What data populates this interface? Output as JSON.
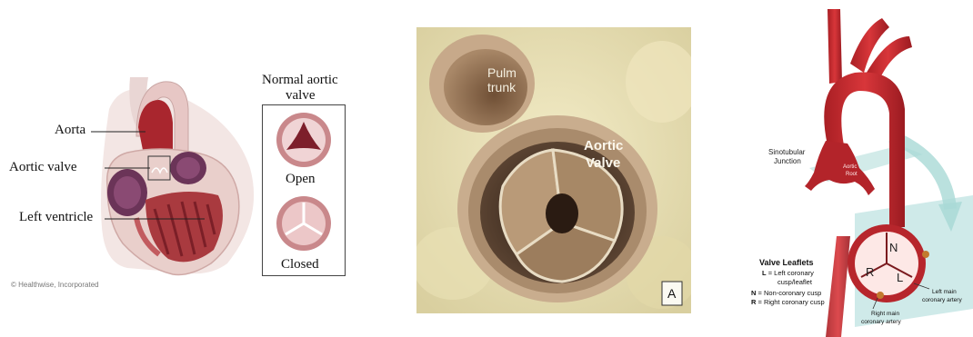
{
  "left_panel": {
    "labels": {
      "aorta": "Aorta",
      "aortic_valve": "Aortic valve",
      "left_ventricle": "Left ventricle"
    },
    "inset": {
      "title_line1": "Normal aortic",
      "title_line2": "valve",
      "open_label": "Open",
      "closed_label": "Closed"
    },
    "copyright": "© Healthwise, Incorporated"
  },
  "middle_panel": {
    "pulm_label_line1": "Pulm",
    "pulm_label_line2": "trunk",
    "aortic_label_line1": "Aortic",
    "aortic_label_line2": "Valve",
    "panel_letter": "A"
  },
  "right_panel": {
    "sinotubular_line1": "Sinotubular",
    "sinotubular_line2": "Junction",
    "aortic_root_line1": "Aortic",
    "aortic_root_line2": "Root",
    "leaflet_letters": {
      "n": "N",
      "r": "R",
      "l": "L"
    },
    "legend": {
      "title": "Valve Leaflets",
      "l_key": "L",
      "l_text_line1": "= Left coronary",
      "l_text_line2": "cusp/leaflet",
      "n_key": "N",
      "n_text": "= Non-coronary cusp",
      "r_key": "R",
      "r_text": "= Right coronary cusp"
    },
    "left_main_line1": "Left main",
    "left_main_line2": "coronary artery",
    "right_main_line1": "Right main",
    "right_main_line2": "coronary artery"
  }
}
